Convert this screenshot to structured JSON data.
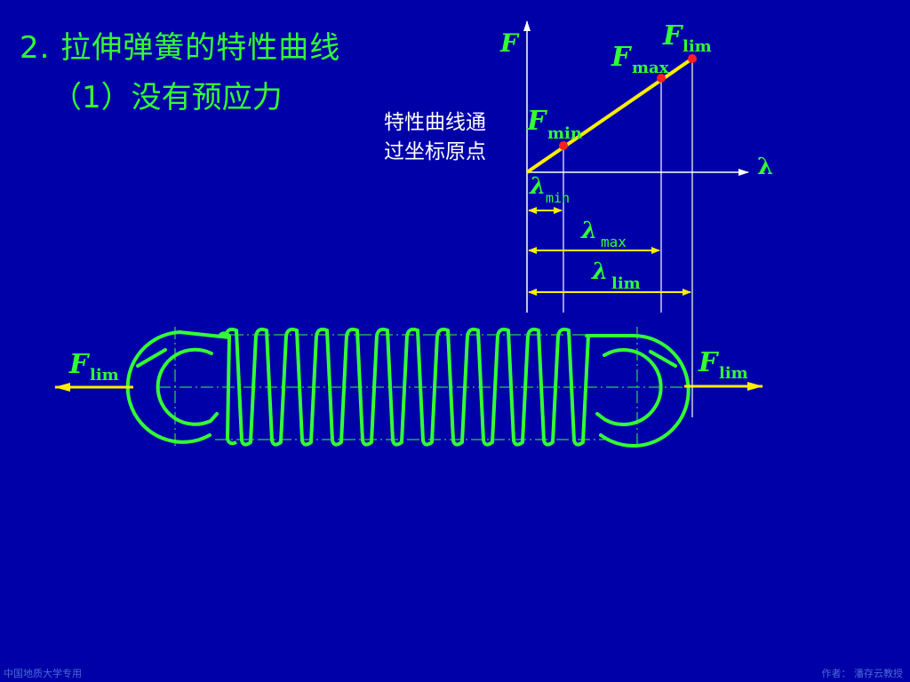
{
  "heading": {
    "title": "2. 拉伸弹簧的特性曲线",
    "subtitle": "（1）没有预应力"
  },
  "note": {
    "line1": "特性曲线通",
    "line2": "过坐标原点"
  },
  "graph": {
    "axis_y": "F",
    "axis_x": "λ",
    "f_min_main": "F",
    "f_min_sub": "min",
    "f_max_main": "F",
    "f_max_sub": "max",
    "f_lim_main": "F",
    "f_lim_sub": "lim",
    "lam_min_main": "λ",
    "lam_min_sub": "min",
    "lam_max_main": "λ",
    "lam_max_sub": "max",
    "lam_lim_main": "λ",
    "lam_lim_sub": "lim"
  },
  "spring": {
    "left_force_main": "F",
    "left_force_sub": "lim",
    "right_force_main": "F",
    "right_force_sub": "lim"
  },
  "footer": {
    "left": "中国地质大学专用",
    "right": "作者： 潘存云教授"
  },
  "colors": {
    "background": "#0000a8",
    "green": "#33ff33",
    "yellow": "#ffee00",
    "red": "#ff2020",
    "white": "#ffffff"
  }
}
